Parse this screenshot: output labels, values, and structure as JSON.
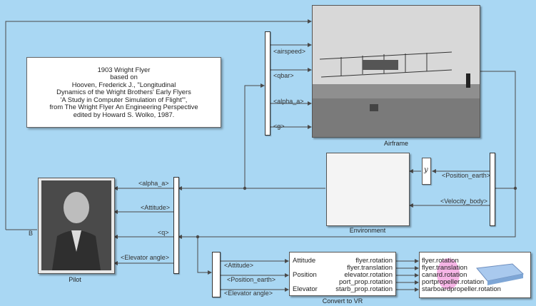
{
  "note": {
    "lines": [
      "1903 Wright Flyer",
      "based on",
      "Hooven, Frederick J., \"Longitudinal",
      "Dynamics of the Wright Brothers' Early Flyers",
      "'A Study in Computer Simulation of Flight'\",",
      "from The Wright Flyer An Engineering Perspective",
      "edited by Howard S. Wolko, 1987."
    ]
  },
  "blocks": {
    "airframe": "Airframe",
    "environment": "Environment",
    "pilot": "Pilot",
    "convert": "Convert to VR"
  },
  "buses": {
    "airframe_in": [
      "<airspeed>",
      "<qbar>",
      "<alpha_a>",
      "<g>"
    ],
    "pilot_in": [
      "<alpha_a>",
      "<Attitude>",
      "<q>",
      "<Elevator angle>"
    ],
    "env_in": [
      "<Position_earth>",
      "<Velocity_body>"
    ],
    "convert_in": [
      "<Attitude>",
      "<Position_earth>",
      "<Elevator angle>"
    ]
  },
  "pilot_port": "B",
  "gain_symbol": "y",
  "convert_ports": {
    "inputs": [
      "Attitude",
      "Position",
      "Elevator"
    ],
    "outputs": [
      "flyer.rotation",
      "flyer.translation",
      "elevator.rotation",
      "port_prop.rotation",
      "starb_prop.rotation"
    ]
  },
  "vr_outputs": [
    "flyer.rotation",
    "flyer.translation",
    "canard.rotation",
    "portpropeller.rotation",
    "starboardpropeller.rotation"
  ],
  "colors": {
    "background": "#a9d7f3",
    "line": "#4a4a4a"
  }
}
